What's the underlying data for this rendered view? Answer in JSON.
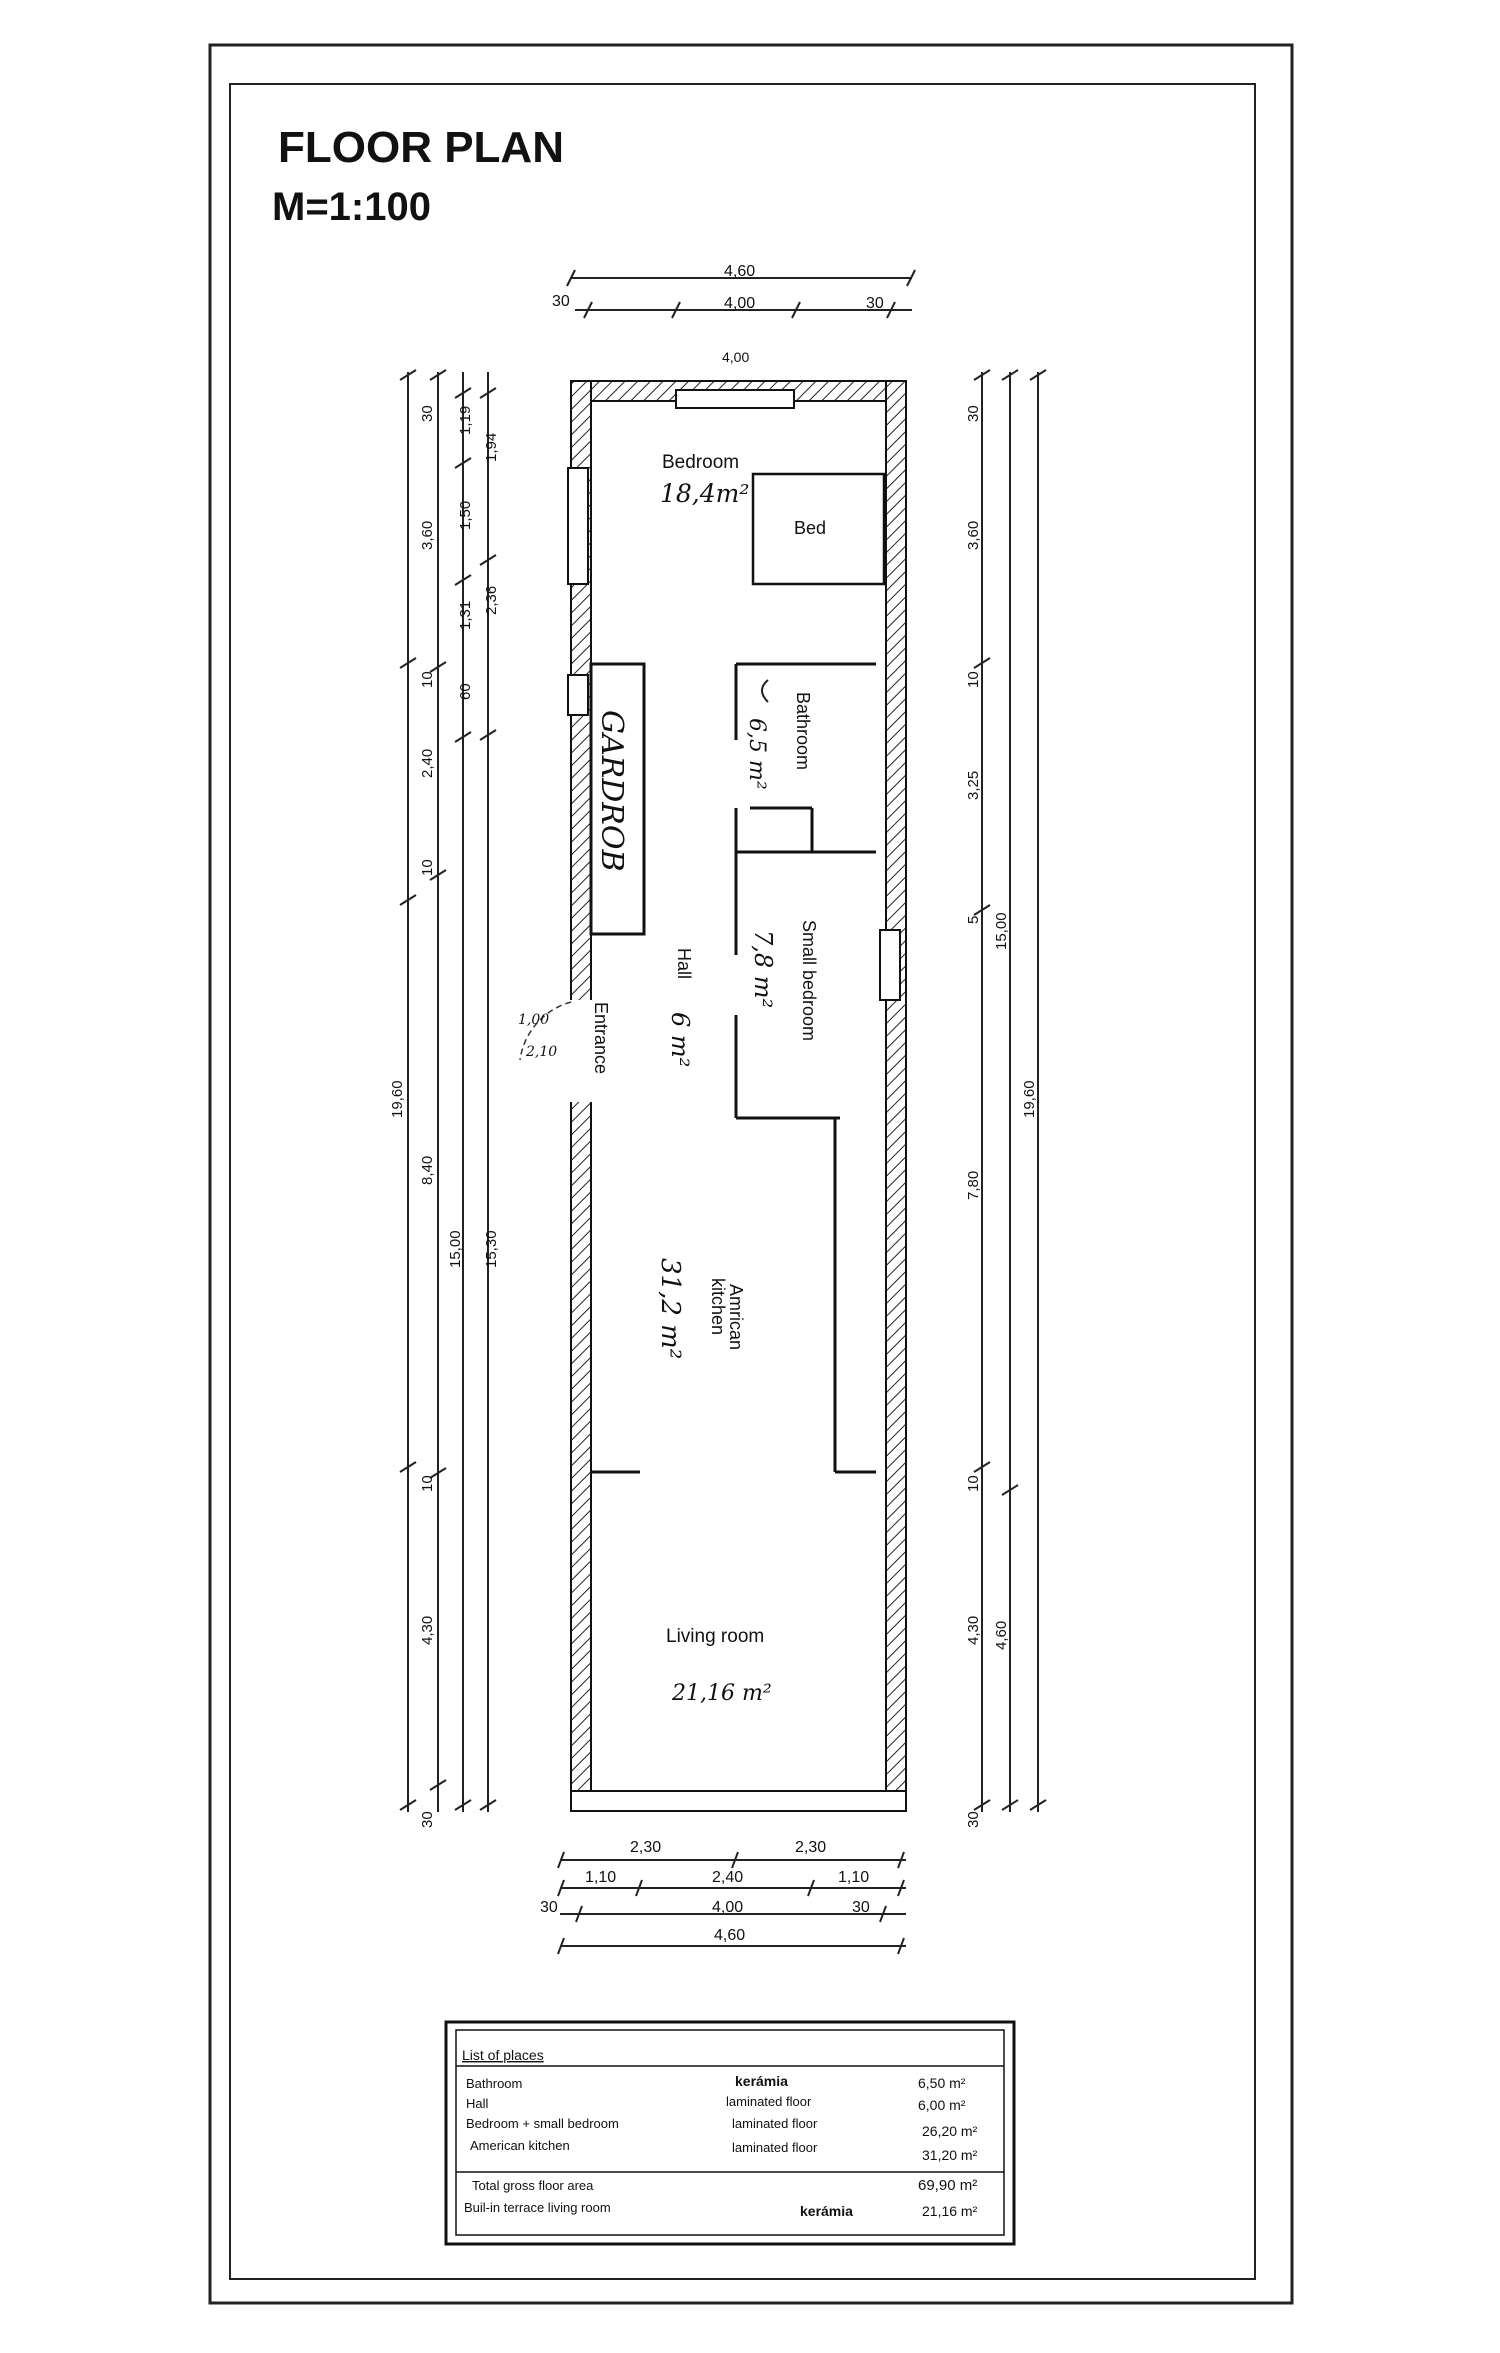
{
  "header": {
    "title": "FLOOR PLAN",
    "scale": "M=1:100"
  },
  "dimensions": {
    "top": {
      "overall": "4,60",
      "wall_left": "30",
      "inner": "4,00",
      "wall_right": "30",
      "opening": "4,00"
    },
    "left_chain_a": [
      "30",
      "3,60",
      "10",
      "2,40",
      "10",
      "8,40",
      "10",
      "4,30",
      "30"
    ],
    "left_chain_b": [
      "1,19",
      "1,50",
      "1,31",
      "60"
    ],
    "left_chain_c": [
      "1,94",
      "2,36"
    ],
    "left_totals": {
      "outer": "19,60",
      "mid": "15,00",
      "inner": "15,30"
    },
    "right_chain_a": [
      "30",
      "3,60",
      "10",
      "3,25",
      "5",
      "7,80",
      "10",
      "4,30",
      "30"
    ],
    "right_chain_b": [
      "15,00",
      "4,60"
    ],
    "right_total": "19,60",
    "bottom": {
      "row1": [
        "2,30",
        "2,30"
      ],
      "row2": [
        "1,10",
        "2,40",
        "1,10"
      ],
      "row3": [
        "30",
        "4,00",
        "30"
      ],
      "row4": "4,60"
    },
    "door": {
      "w": "1,00",
      "h": "2,10"
    }
  },
  "rooms": {
    "bedroom": {
      "name": "Bedroom",
      "area": "18,4m²"
    },
    "bed": "Bed",
    "wardrobe": "GARDROB",
    "bathroom": {
      "name": "Bathroom",
      "area": "6,5 m²"
    },
    "small_bedroom": {
      "name": "Small bedroom",
      "area": "7,8 m²"
    },
    "hall": {
      "name": "Hall",
      "area": "6 m²"
    },
    "entrance": "Entrance",
    "kitchen": {
      "name_line1": "Amrican",
      "name_line2": "kitchen",
      "area": "31,2 m²"
    },
    "living": {
      "name": "Living room",
      "area": "21,16 m²"
    }
  },
  "legend": {
    "title": "List of places",
    "rows": [
      {
        "place": "Bathroom",
        "floor": "kerámia",
        "area": "6,50 m²"
      },
      {
        "place": "Hall",
        "floor": "laminated floor",
        "area": "6,00 m²"
      },
      {
        "place": "Bedroom + small bedroom",
        "floor": "laminated floor",
        "area": "26,20 m²"
      },
      {
        "place": "American kitchen",
        "floor": "laminated floor",
        "area": "31,20 m²"
      }
    ],
    "total": {
      "label": "Total gross floor area",
      "area": "69,90 m²"
    },
    "terrace": {
      "label": "Buil-in terrace living room",
      "floor": "kerámia",
      "area": "21,16 m²"
    }
  }
}
